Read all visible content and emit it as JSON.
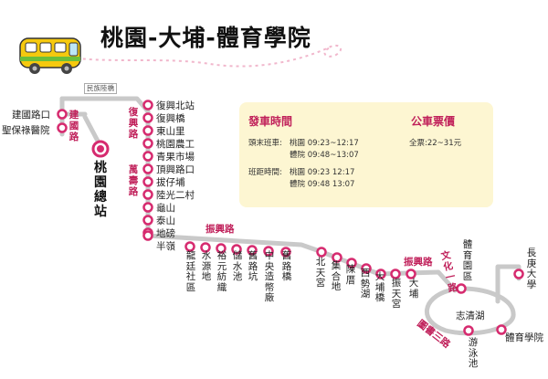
{
  "title": "桃園-大埔-體育學院",
  "info": {
    "schedule_title": "發車時間",
    "fare_title": "公車票價",
    "fare_value": "全票:22~31元",
    "first_last_label": "頭末班車:",
    "first_last_a": "桃園 09:23~12:17",
    "first_last_b": "體院 09:48~13:07",
    "interval_label": "班距時間:",
    "interval_a": "桃園 09:23 12:17",
    "interval_b": "體院 09:48 13:07"
  },
  "roads": {
    "jianguo": "建國路",
    "fuxing": "復興路",
    "wanshou": "萬壽路",
    "zhenxing_1": "振興路",
    "zhenxing_2": "振興路",
    "wenhua_1": "文化一路",
    "linquan_3": "圖書三路",
    "minzu_bridge": "民族陸橋"
  },
  "terminal": "桃園總站",
  "lake": "志清湖",
  "stops": {
    "jianguo_rd_entrance": "建國路口",
    "shengbao_hospital": "聖保祿醫院",
    "fuxing_north": "復興北站",
    "fuxing_bridge": "復興橋",
    "dongshan_li": "東山里",
    "taoyuan_agri": "桃園農工",
    "qingguo_market": "青果市場",
    "dingxing_rd": "頂興路口",
    "bamboo_village": "拔仔埔",
    "luguang_village": "陸光二村",
    "gueishan": "龜山",
    "taishan": "泰山",
    "dijian": "地磅",
    "banling": "半嶺",
    "longting_community": "龍廷社區",
    "water_reservoir": "水源地",
    "yuyuan_textile": "裕元紡織",
    "storage_pool": "儲水池",
    "jiulukeng": "舊路坑",
    "mint_factory": "中央造幣廠",
    "old_road_bridge": "舊路橋",
    "beitian_temple": "北天宮",
    "jicun": "集合地",
    "chenzuo": "陳厝",
    "xishi_lake": "西勢湖",
    "dapu_bridge": "大埔橋",
    "zhentian_temple": "振天宮",
    "dapu": "大埔",
    "pe_gym_gate": "體育園區",
    "changgung_univ": "長庚大學",
    "swimming_pool": "游泳池",
    "sports_univ": "體育學院"
  },
  "colors": {
    "route_line": "#c9c9c9",
    "stop_ring": "#d62b6f",
    "road_label": "#c0205a",
    "info_bg": "#fdf6d2",
    "bus_body": "#f6c90e"
  }
}
